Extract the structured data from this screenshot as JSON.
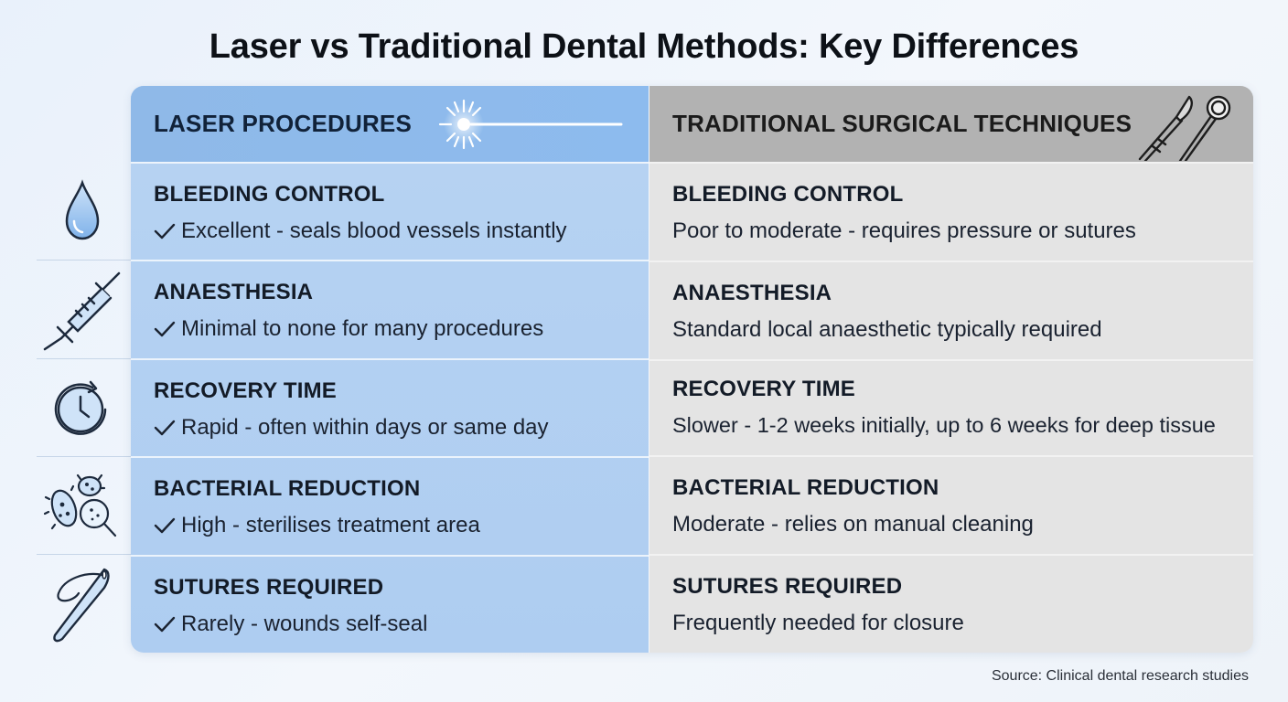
{
  "title": "Laser vs Traditional Dental Methods: Key Differences",
  "columns": {
    "laser": {
      "header": "LASER PROCEDURES",
      "icon": "laser-beam-icon"
    },
    "traditional": {
      "header": "TRADITIONAL SURGICAL TECHNIQUES",
      "icon": "scalpel-and-mirror-icon"
    }
  },
  "rows": [
    {
      "icon": "blood-drop-icon",
      "laser_title": "BLEEDING CONTROL",
      "laser_text": "Excellent - seals blood vessels instantly",
      "trad_title": "BLEEDING CONTROL",
      "trad_text": "Poor to moderate - requires pressure or sutures"
    },
    {
      "icon": "syringe-icon",
      "laser_title": "ANAESTHESIA",
      "laser_text": "Minimal to none for many procedures",
      "trad_title": "ANAESTHESIA",
      "trad_text": "Standard local anaesthetic typically required"
    },
    {
      "icon": "clock-refresh-icon",
      "laser_title": "RECOVERY TIME",
      "laser_text": "Rapid - often within days or same day",
      "trad_title": "RECOVERY TIME",
      "trad_text": "Slower - 1-2 weeks initially, up to 6 weeks for deep tissue"
    },
    {
      "icon": "bacteria-magnifier-icon",
      "laser_title": "BACTERIAL REDUCTION",
      "laser_text": "High - sterilises treatment area",
      "trad_title": "BACTERIAL REDUCTION",
      "trad_text": "Moderate - relies on manual cleaning"
    },
    {
      "icon": "suture-needle-icon",
      "laser_title": "SUTURES REQUIRED",
      "laser_text": "Rarely - wounds self-seal",
      "trad_title": "SUTURES REQUIRED",
      "trad_text": "Frequently needed for closure"
    }
  ],
  "source": "Source: Clinical dental research studies",
  "colors": {
    "laser_header": "#8fb9e8",
    "laser_body": "#b7d3f2",
    "trad_header": "#b2b2b2",
    "trad_body": "#e4e4e4",
    "icon_stroke": "#1d2a3d"
  }
}
